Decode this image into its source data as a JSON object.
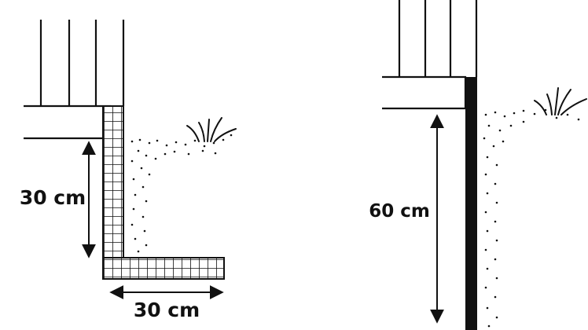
{
  "diagrams": [
    {
      "barrier": "grid-mesh L-shape",
      "labels": {
        "vertical": "30 cm",
        "horizontal": "30 cm"
      }
    },
    {
      "barrier": "solid vertical",
      "labels": {
        "vertical": "60 cm"
      }
    }
  ],
  "colors": {
    "ink": "#111111",
    "background": "#ffffff"
  }
}
